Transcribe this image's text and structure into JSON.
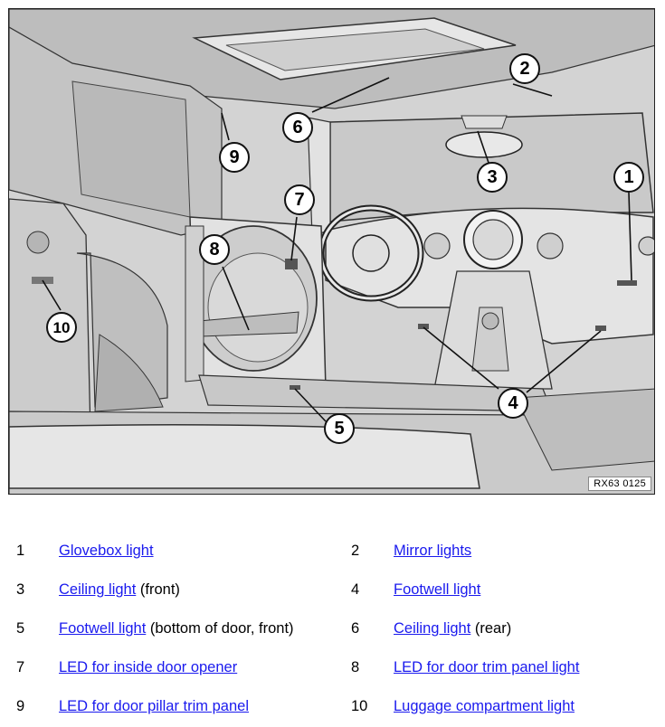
{
  "figure": {
    "code": "RX63 0125",
    "callouts": [
      {
        "label": "1"
      },
      {
        "label": "2"
      },
      {
        "label": "3"
      },
      {
        "label": "4"
      },
      {
        "label": "5"
      },
      {
        "label": "6"
      },
      {
        "label": "7"
      },
      {
        "label": "8"
      },
      {
        "label": "9"
      },
      {
        "label": "10"
      }
    ]
  },
  "legend": {
    "items": [
      {
        "num": "1",
        "link": "Glovebox light",
        "suffix": ""
      },
      {
        "num": "2",
        "link": "Mirror lights",
        "suffix": ""
      },
      {
        "num": "3",
        "link": "Ceiling light",
        "suffix": "(front)"
      },
      {
        "num": "4",
        "link": "Footwell light",
        "suffix": ""
      },
      {
        "num": "5",
        "link": "Footwell light",
        "suffix": "(bottom of door, front)"
      },
      {
        "num": "6",
        "link": "Ceiling light",
        "suffix": "(rear)"
      },
      {
        "num": "7",
        "link": "LED for inside door opener",
        "suffix": ""
      },
      {
        "num": "8",
        "link": "LED for door trim panel light",
        "suffix": ""
      },
      {
        "num": "9",
        "link": "LED for door pillar trim panel",
        "suffix": ""
      },
      {
        "num": "10",
        "link": "Luggage compartment light",
        "suffix": ""
      }
    ]
  }
}
